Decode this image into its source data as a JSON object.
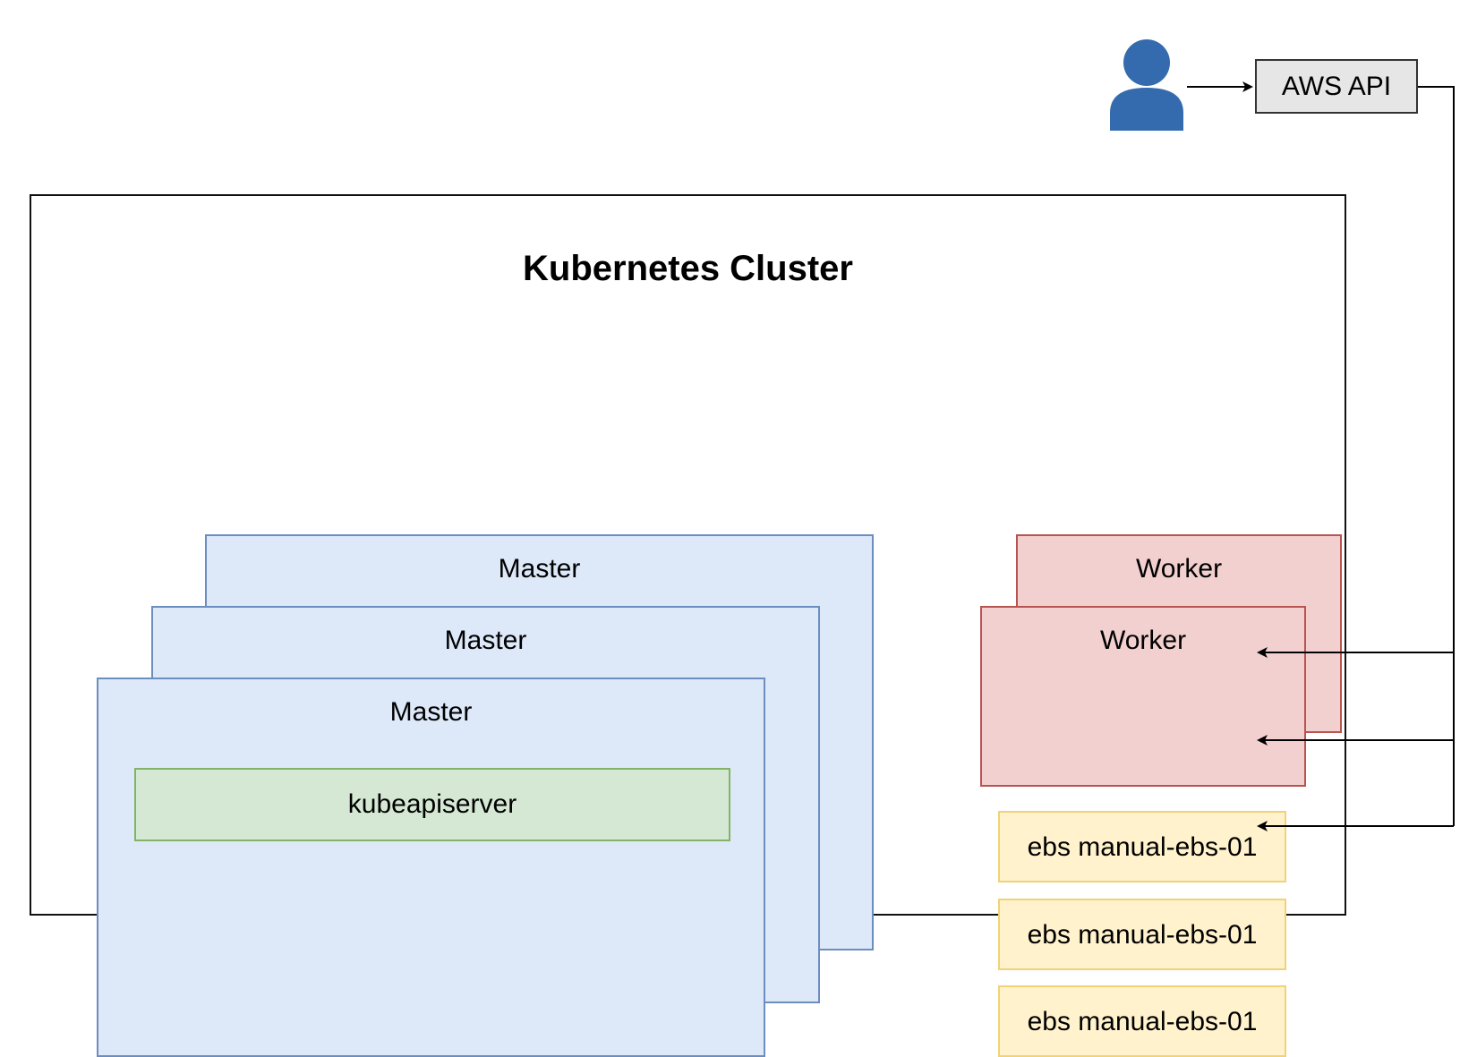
{
  "cluster": {
    "title": "Kubernetes Cluster"
  },
  "masters": [
    {
      "label": "Master"
    },
    {
      "label": "Master"
    },
    {
      "label": "Master"
    }
  ],
  "kubeapiserver": {
    "label": "kubeapiserver"
  },
  "workers": [
    {
      "label": "Worker"
    },
    {
      "label": "Worker"
    }
  ],
  "ebs_volumes": [
    {
      "label": "ebs manual-ebs-01"
    },
    {
      "label": "ebs manual-ebs-01"
    },
    {
      "label": "ebs manual-ebs-01"
    }
  ],
  "aws_api": {
    "label": "AWS API"
  },
  "user": {
    "icon": "user-icon"
  },
  "colors": {
    "master_fill": "#dae8fc",
    "master_border": "#6c8ebf",
    "api_fill": "#d5e8d4",
    "api_border": "#82b366",
    "worker_fill": "#f8cecc",
    "worker_border": "#b85450",
    "ebs_fill": "#fff2cc",
    "ebs_border": "#d6b656",
    "aws_fill": "#e6e6e6",
    "user_icon": "#336bae"
  }
}
